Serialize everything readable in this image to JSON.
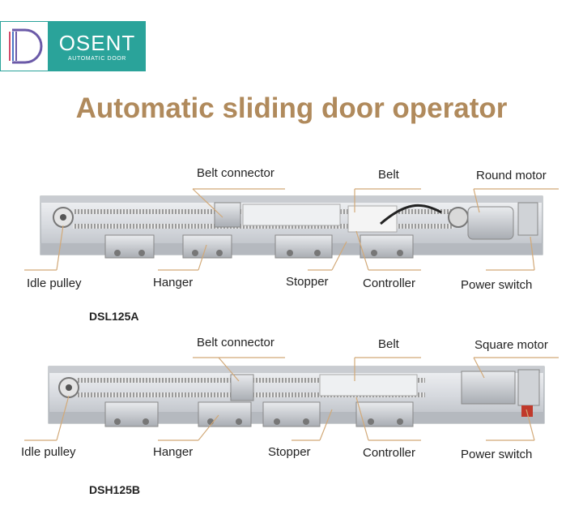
{
  "brand": {
    "name": "OSENT",
    "tagline": "AUTOMATIC DOOR",
    "accent": "#2aa39a"
  },
  "title": "Automatic sliding door operator",
  "title_color": "#b08a5c",
  "diagrams": [
    {
      "model": "DSL125A",
      "labels": {
        "belt_connector": "Belt connector",
        "belt": "Belt",
        "motor": "Round motor",
        "idle_pulley": "Idle pulley",
        "hanger": "Hanger",
        "stopper": "Stopper",
        "controller": "Controller",
        "power_switch": "Power switch"
      }
    },
    {
      "model": "DSH125B",
      "labels": {
        "belt_connector": "Belt connector",
        "belt": "Belt",
        "motor": "Square motor",
        "idle_pulley": "Idle pulley",
        "hanger": "Hanger",
        "stopper": "Stopper",
        "controller": "Controller",
        "power_switch": "Power switch"
      }
    }
  ]
}
